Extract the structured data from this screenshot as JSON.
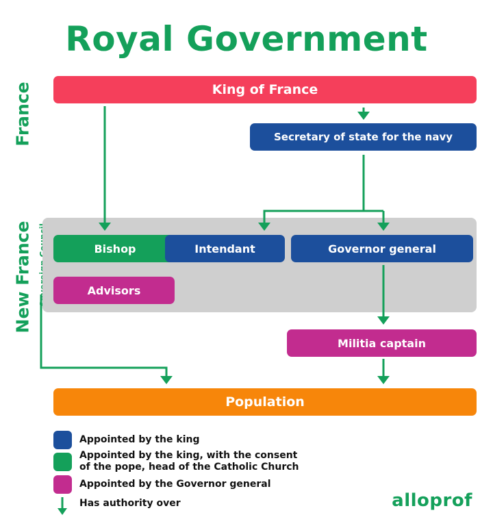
{
  "title": "Royal Government",
  "sections": {
    "france": "France",
    "new_france": "New France",
    "sovereign_council": "Sovereign Council"
  },
  "nodes": {
    "king": "King of France",
    "secretary": "Secretary of state for the navy",
    "bishop": "Bishop",
    "intendant": "Intendant",
    "governor": "Governor general",
    "advisors": "Advisors",
    "militia": "Militia captain",
    "population": "Population"
  },
  "legend": [
    {
      "color": "#1c4f9c",
      "text": "Appointed by the king"
    },
    {
      "color": "#14a05a",
      "text": "Appointed by the king, with the consent of the pope, head of the Catholic Church"
    },
    {
      "color": "#c22c8f",
      "text": "Appointed by the Governor general"
    },
    {
      "icon": "arrow-down-icon",
      "text": "Has authority over"
    }
  ],
  "colors": {
    "red": "#f53f5b",
    "blue": "#1c4f9c",
    "green": "#14a05a",
    "magenta": "#c22c8f",
    "orange": "#f7860a",
    "panel": "#cfcfcf"
  },
  "logo": "alloprof"
}
